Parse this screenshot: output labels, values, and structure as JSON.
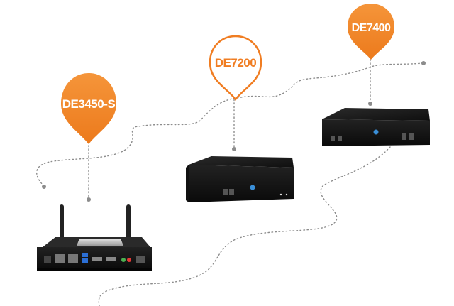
{
  "colors": {
    "accent": "#f07d22",
    "path": "#8c8c8c",
    "device": "#1a1a1a"
  },
  "products": [
    {
      "label": "DE3450-S",
      "pin_style": "filled"
    },
    {
      "label": "DE7200",
      "pin_style": "outlined"
    },
    {
      "label": "DE7400",
      "pin_style": "filled"
    }
  ]
}
